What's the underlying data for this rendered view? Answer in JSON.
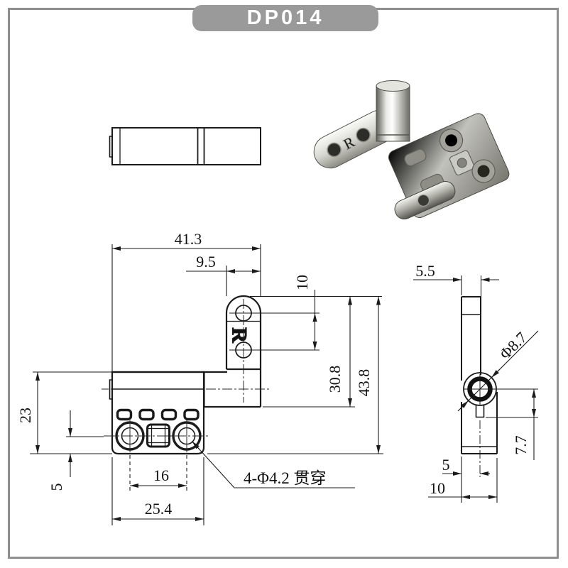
{
  "part": {
    "number": "DP014",
    "marking": "R"
  },
  "colors": {
    "badge_bg": "#9a9a9a",
    "badge_text": "#ffffff",
    "frame": "#8f8f8f",
    "line": "#1b1b1b",
    "metal_light": "#f4f4f0",
    "metal_mid": "#c9c9c3",
    "metal_dark": "#74746c"
  },
  "front_view": {
    "overall_width": "41.3",
    "arm_width": "9.5",
    "arm_hole_spacing": "10",
    "knuckle_bottom_height": "30.8",
    "overall_height": "43.8",
    "body_height": "23",
    "hole_to_bottom": "5",
    "hole_pitch": "16",
    "body_width": "25.4",
    "holes_note": "4-Φ4.2 贯穿"
  },
  "side_view": {
    "leaf_thickness": "5.5",
    "knuckle_diameter": "Φ8.7",
    "knuckle_center_to_tab": "7.7",
    "edge_to_center": "5",
    "overall_depth": "10"
  }
}
